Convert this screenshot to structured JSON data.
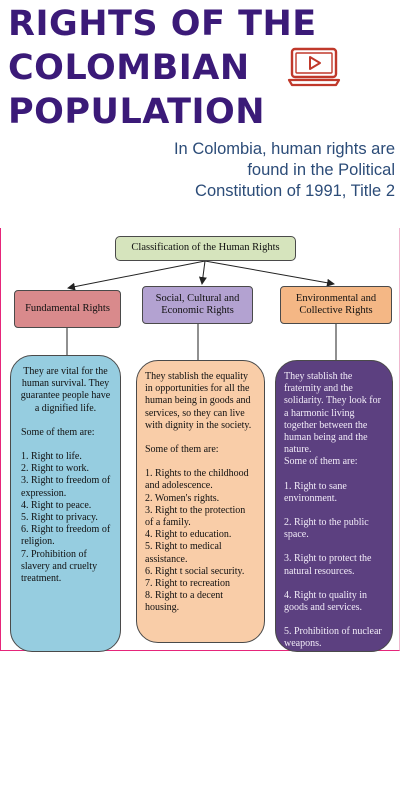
{
  "header": {
    "title_lines": [
      "RIGHTS OF THE",
      "COLOMBIAN",
      "POPULATION"
    ],
    "subtitle_lines": [
      "In Colombia, human rights are",
      "found in the Political",
      "Constitution of 1991, Title 2"
    ],
    "video_icon": "video-play-icon",
    "accent_color": "#3b1a78",
    "icon_color": "#c0392b"
  },
  "diagram": {
    "root": "Classification of the Human Rights",
    "categories": [
      {
        "label": "Fundamental Rights",
        "color": "#d98a8c",
        "intro": "They are vital for the human survival. They guarantee people have a dignified life.",
        "some_label": "Some of them are:",
        "items": [
          "1. Right to life.",
          "2. Right to work.",
          "3. Right to freedom of expression.",
          "4. Right to peace.",
          "5. Right to privacy.",
          "6. Right to freedom of religion.",
          "7. Prohibition of slavery and cruelty treatment."
        ]
      },
      {
        "label": "Social, Cultural and Economic Rights",
        "color": "#b3a2d1",
        "intro": "They stablish the equality in opportunities for all the human being in goods and services, so they can live with dignity in the society.",
        "some_label": "Some of them are:",
        "items": [
          "1. Rights to the childhood and adolescence.",
          "2. Women's rights.",
          "3. Right to the protection of a family.",
          "4. Right to education.",
          "5. Right to medical assistance.",
          "6. Right t social security.",
          "7. Right to recreation",
          "8. Right to a decent housing."
        ]
      },
      {
        "label": "Environmental and Collective Rights",
        "color": "#f4b785",
        "intro": "They stablish the fraternity and the solidarity. They look for a harmonic living together between the human being and the nature.",
        "some_label": "Some of them are:",
        "items": [
          "1. Right to sane environment.",
          "2. Right to the public space.",
          "3. Right to protect the natural resources.",
          "4. Right to quality in goods and services.",
          "5. Prohibition of nuclear weapons."
        ]
      }
    ]
  }
}
